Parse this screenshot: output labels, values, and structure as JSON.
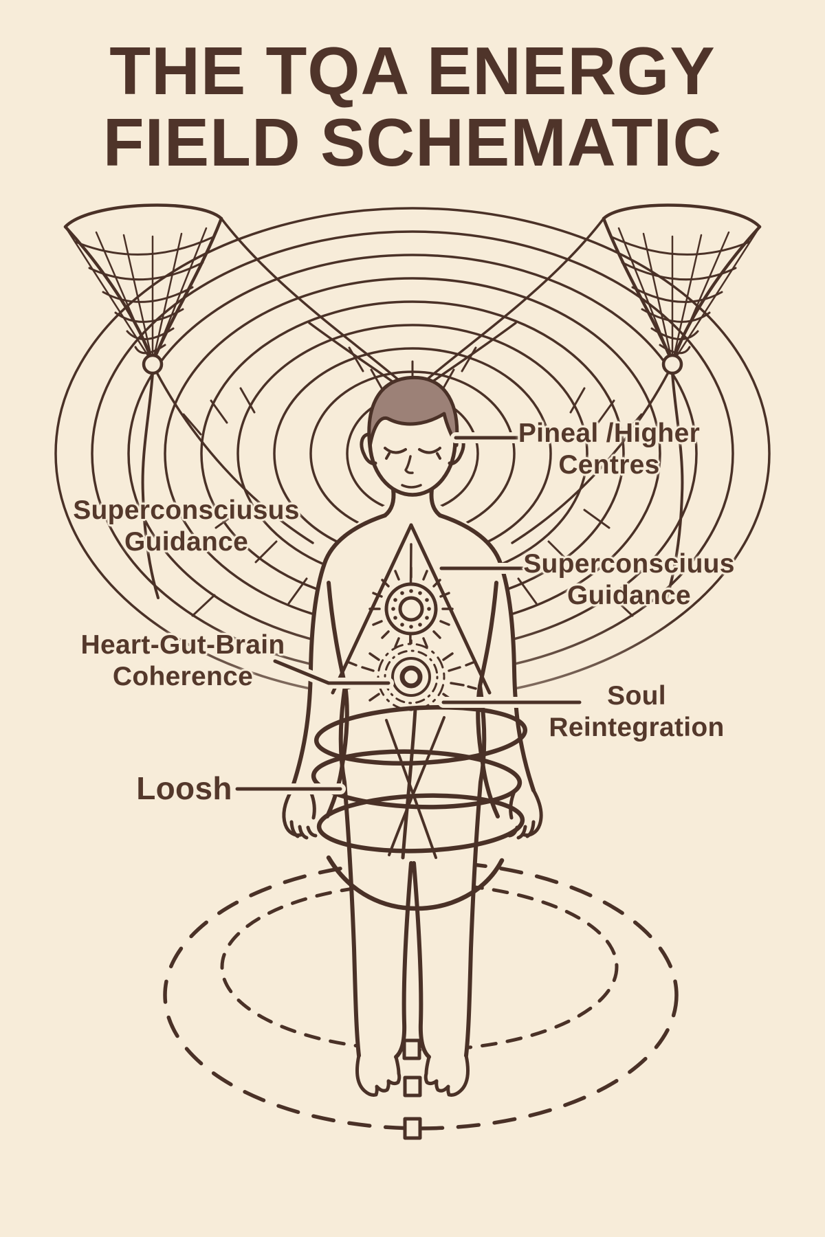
{
  "title": {
    "line1": "THE TQA ENERGY",
    "line2": "FIELD SCHEMATIC"
  },
  "labels": {
    "pineal": {
      "line1": "Pineal /Higher",
      "line2": "Centres"
    },
    "superconscious_left": {
      "line1": "Superconsciusus",
      "line2": "Guidance"
    },
    "superconscious_right": {
      "line1": "Superconsciuus",
      "line2": "Guidance"
    },
    "heart_gut_brain": {
      "line1": "Heart-Gut-Brain",
      "line2": "Coherence"
    },
    "soul": {
      "line1": "Soul",
      "line2": "Reintegration"
    },
    "loosh": {
      "line1": "Loosh"
    }
  },
  "colors": {
    "background": "#f7ecd9",
    "line": "#4a3127",
    "label_text": "#54382b",
    "title_text": "#4f342a",
    "hair_fill": "#9c8177"
  }
}
